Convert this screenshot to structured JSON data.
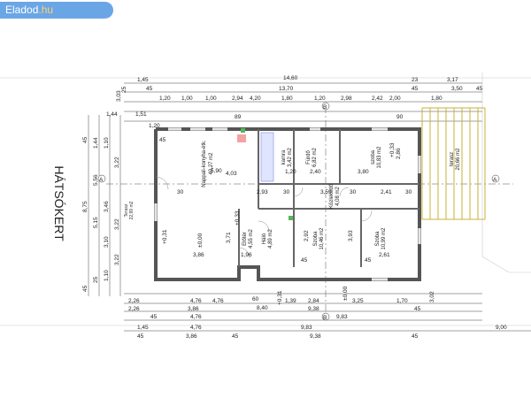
{
  "brand": {
    "name_main": "Eladod",
    "name_tld": ".hu"
  },
  "garden_label": "HÁTSÓKERT",
  "section_marks": {
    "a": "A",
    "b": "B"
  },
  "top_dims": {
    "row1": [
      "1,45",
      "14,60",
      "23",
      "3,17"
    ],
    "row2": [
      "45",
      "13,70",
      "45",
      "3,50",
      "45"
    ],
    "row3": [
      "2,94",
      "4,20",
      "1,80",
      "2,98",
      "2,42"
    ],
    "row4": [
      "1,20",
      "1,00",
      "1,00",
      "1,20",
      "1,80",
      "2,00"
    ],
    "row5": [
      "1,44",
      "1,51",
      "89",
      "90"
    ],
    "left_edge": [
      "3,03",
      "25",
      "1,20"
    ]
  },
  "bottom_dims": {
    "row1": [
      "2,26",
      "4,76",
      "4,76",
      "60",
      "1,39",
      "2,84",
      "3,25",
      "1,70",
      "3,02"
    ],
    "row2": [
      "2,26",
      "3,86",
      "8,40",
      "9,38",
      "45"
    ],
    "row3": [
      "45",
      "4,76",
      "9,83"
    ],
    "row4": [
      "1,45",
      "4,76",
      "9,83",
      "9,00"
    ],
    "row5": [
      "45",
      "3,86",
      "45",
      "9,38",
      "45"
    ]
  },
  "left_dims": [
    "45",
    "1,44",
    "1,10",
    "3,22",
    "3,22",
    "5,56",
    "8,75",
    "5,15",
    "3,46",
    "3,10",
    "3,22",
    "1,10",
    "25",
    "45"
  ],
  "rooms": [
    {
      "name": "Nappali-konyha-étk.",
      "area": "40,27 m2"
    },
    {
      "name": "kamra",
      "area": "3,42 m2"
    },
    {
      "name": "Fürdő",
      "area": "6,82 m2"
    },
    {
      "name": "szoba",
      "area": "10,83 m2"
    },
    {
      "name": "Háló",
      "area": "4,89 m2"
    },
    {
      "name": "Szoba",
      "area": "10,46 m2"
    },
    {
      "name": "Szoba",
      "area": "10,99 m2"
    },
    {
      "name": "Közlekedő",
      "area": "4,08 m2"
    },
    {
      "name": "Előtér",
      "area": "4,55 m2"
    },
    {
      "name": "terasz",
      "area": "20,66 m2"
    },
    {
      "name": "Terasz",
      "area": "22,99 m2"
    }
  ],
  "inner_dims": [
    "3,86",
    "5,90",
    "4,03",
    "3,71",
    "2,93",
    "3,59",
    "2,41",
    "3,80",
    "2,86",
    "2,92",
    "3,93",
    "2,61",
    "1,20",
    "2,40",
    "1,96",
    "30",
    "30",
    "30",
    "30",
    "45",
    "45",
    "45"
  ],
  "levels": [
    "±0,00",
    "±0,00",
    "+0,31",
    "+0,33",
    "+0,33",
    "+0,31"
  ]
}
